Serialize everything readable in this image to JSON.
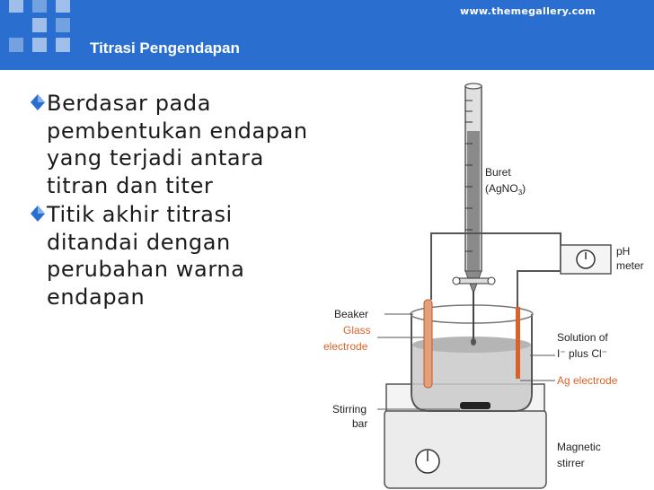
{
  "header": {
    "url": "www.themegallery.com",
    "title": "Titrasi Pengendapan"
  },
  "bullets": [
    "Berdasar pada pembentukan endapan yang terjadi antara titran dan titer",
    "Titik akhir titrasi ditandai dengan perubahan warna endapan"
  ],
  "diagram": {
    "buret_label": "Buret",
    "buret_reagent": "(AgNO",
    "buret_reagent_sub": "3",
    "buret_reagent_close": ")",
    "ph_label": "pH",
    "meter_label": "meter",
    "beaker_label": "Beaker",
    "glass_label": "Glass",
    "electrode_label": "electrode",
    "solution_label": "Solution of",
    "solution_ions": "I⁻ plus Cl⁻",
    "ag_electrode_label": "Ag electrode",
    "stirring_label": "Stirring",
    "bar_label": "bar",
    "magnetic_label": "Magnetic",
    "stirrer_label": "stirrer"
  },
  "colors": {
    "header_blue": "#2a6fcf",
    "electrode_orange": "#d9622b",
    "bullet_blue": "#2a6fcf"
  }
}
